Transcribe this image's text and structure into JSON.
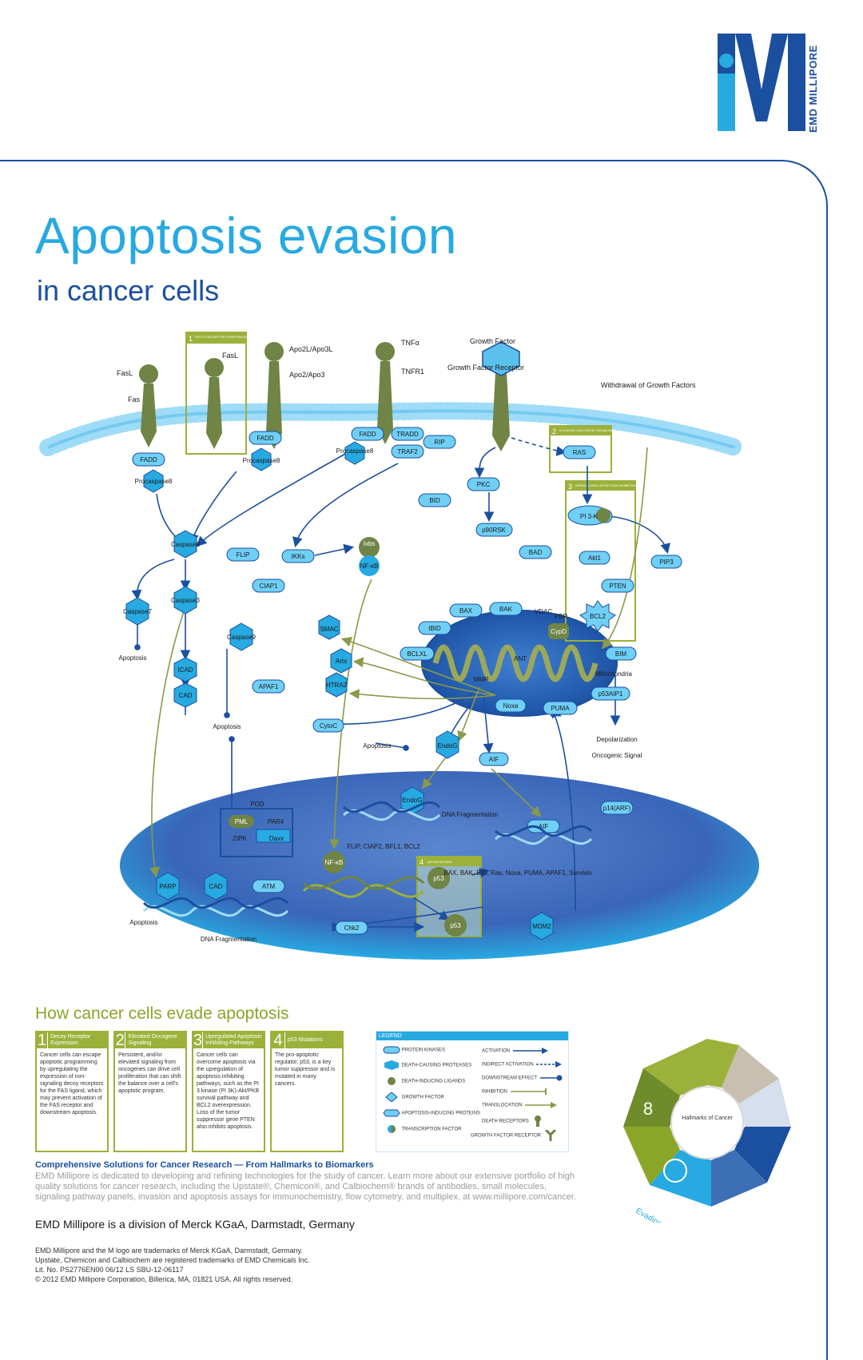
{
  "brand": {
    "name": "EMD MILLIPORE",
    "accent": "#27a9e1",
    "dark_blue": "#1b4fa0",
    "green": "#8aa528"
  },
  "header": {
    "title": "Apoptosis evasion",
    "subtitle": "in cancer cells"
  },
  "diagram": {
    "receptor_labels": {
      "fasl_left": "FasL",
      "fas": "Fas",
      "fasl_inbox": "FasL",
      "apo2l": "Apo2L/Apo3L",
      "apo2": "Apo2/Apo3",
      "tnfa": "TNFα",
      "tnfr1": "TNFR1",
      "growth_factor": "Growth Factor",
      "gf_receptor": "Growth Factor Receptor",
      "withdrawal": "Withdrawal of Growth Factors"
    },
    "box_labels": {
      "decoy": "DECOY RECEPTOR EXPRESSION",
      "oncogene": "ELEVATED ONCOGENE SIGNALING",
      "upregulated": "UPREGULATED APOPTOSIS INHIBITING PATHWAYS",
      "p53mut": "p53 MUTATIONS",
      "box1": "1",
      "box2": "2",
      "box3": "3",
      "box4": "4"
    },
    "nodes": {
      "fadd1": "FADD",
      "procasp8_1": "Procaspase8",
      "fadd2": "FADD",
      "procasp8_2": "Procaspase8",
      "fadd3": "FADD",
      "procasp8_3": "Procaspase8",
      "tradd": "TRADD",
      "rip": "RIP",
      "traf2": "TRAF2",
      "ras": "RAS",
      "pkc": "PKC",
      "pi3k": "PI 3-K",
      "p90rsk": "p90RSK",
      "bad": "BAD",
      "akt1": "Akt1",
      "pip3": "PIP3",
      "pten": "PTEN",
      "bid": "BID",
      "caspase8": "Caspase8",
      "flip": "FLIP",
      "ikks": "IKKs",
      "ikbs": "Ixbs",
      "nfkb": "NF-κB",
      "ciap1": "CIAP1",
      "caspase3": "Caspase3",
      "caspase7": "Caspase7",
      "caspase9": "Caspase9",
      "smac": "SMAC",
      "arts": "Arts",
      "htra2": "HTRA2",
      "cytoc": "CytoC",
      "icad": "ICAD",
      "cad": "CAD",
      "apaf1": "APAF1",
      "bax": "BAX",
      "bak": "BAK",
      "vdac": "VDAC",
      "pbr": "PBR",
      "bcl2": "BCL2",
      "ibid": "tBID",
      "bclxl": "BCLXL",
      "cypd": "CypD",
      "ant": "ANT",
      "mmp": "MMP",
      "noxa": "Noxa",
      "puma": "PUMA",
      "p53aip1": "p53AIP1",
      "bim": "BIM",
      "mitochondria": "Mitochondria",
      "endog": "EndoG",
      "aif": "AIF",
      "depolarization": "Depolarization",
      "oncogenic": "Oncogenic Signal",
      "p14arf": "p14(ARF)",
      "pod": "POD",
      "pml": "PML",
      "par4": "PAR4",
      "zipk": "ZIPK",
      "daxx": "Daxx",
      "endog_n": "EndoG",
      "dna_frag1": "DNA Fragmentation",
      "aif_n": "AIF",
      "nfkb_n": "NF-κB",
      "flip_targets": "FLIP, CIAP2, BFL1, BCL2",
      "p53_1": "p53",
      "p53_targets": "BAX, BAK, BID, Ras, Noxa, PUMA, APAF1, Survivin",
      "parp": "PARP",
      "cad_n": "CAD",
      "atm": "ATM",
      "chk2": "Chk2",
      "p53_2": "p53",
      "mdm2": "MDM2",
      "dna_frag2": "DNA Fragmentation",
      "apoptosis1": "Apoptosis",
      "apoptosis2": "Apoptosis",
      "apoptosis3": "Apoptosis",
      "apoptosis4": "Apoptosis"
    }
  },
  "evade": {
    "title": "How cancer cells evade apoptosis",
    "boxes": [
      {
        "num": "1",
        "title": "Decoy Receptor Expression",
        "text": "Cancer cells can escape apoptotic programming by upregulating the expression of non-signaling decoy receptors for the FAS ligand, which may prevent activation of the FAS receptor and downstream apoptosis."
      },
      {
        "num": "2",
        "title": "Elevated Oncogene Signaling",
        "text": "Persistent, and/or elevated signaling from oncogenes can drive cell proliferation that can shift the balance over a cell's apoptotic program."
      },
      {
        "num": "3",
        "title": "Upregulated Apoptosis Inhibiting Pathways",
        "text": "Cancer cells can overcome apoptosis via the upregulation of apoptosis inhibiting pathways, such as the PI 3 kinase (PI 3K)-Akt/PKB survival pathway and BCL2 overexpression. Loss of the tumor suppressor gene PTEN also inhibits apoptosis."
      },
      {
        "num": "4",
        "title": "p53 Mutations",
        "text": "The pro-apoptotic regulator, p53, is a key tumor suppressor and is mutated in many cancers."
      }
    ]
  },
  "legend": {
    "title": "LEGEND",
    "left": [
      "PROTEIN KINASES",
      "DEATH-CAUSING PROTEASES",
      "DEATH-INDUCING LIGANDS",
      "GROWTH FACTOR",
      "APOPTOSIS-INDUCING PROTEINS",
      "TRANSCRIPTION FACTOR"
    ],
    "right": [
      "ACTIVATION",
      "INDIRECT ACTIVATION",
      "DOWNSTREAM EFFECT",
      "INHIBITION",
      "TRANSLOCATION",
      "DEATH RECEPTORS",
      "GROWTH FACTOR RECEPTOR"
    ]
  },
  "hallmarks": {
    "center": "Hallmarks of Cancer",
    "evading": "Evading apoptosis",
    "number": "8",
    "colors": [
      "#27a9e1",
      "#3c6fb6",
      "#1b4fa0",
      "#d5dfee",
      "#c8bfb0",
      "#8aa528",
      "#6f8c2a",
      "#9bb13a"
    ]
  },
  "footer": {
    "cta_title": "Comprehensive Solutions for Cancer Research — From Hallmarks to Biomarkers",
    "cta_text": "EMD Millipore is dedicated to developing and refining technologies for the study of cancer.  Learn more about our extensive portfolio of high quality solutions for cancer research, including the Upstate®, Chemicon®, and Calbiochem® brands of antibodies, small molecules, signaling pathway panels, invasion and apoptosis assays for immunochemistry, flow cytometry, and multiplex, at www.millipore.com/cancer.",
    "division": "EMD Millipore is a division of Merck KGaA, Darmstadt, Germany",
    "fine1": "EMD Millipore and the M logo are trademarks of Merck KGaA, Darmstadt, Germany.",
    "fine2": "Upstate, Chemicon and Calbiochem are registered trademarks of EMD Chemicals Inc.",
    "fine3": "Lit. No. PS2776EN00   06/12   LS SBU-12-06117",
    "fine4": "© 2012 EMD Millipore Corporation, Billerica, MA, 01821 USA. All rights reserved."
  }
}
